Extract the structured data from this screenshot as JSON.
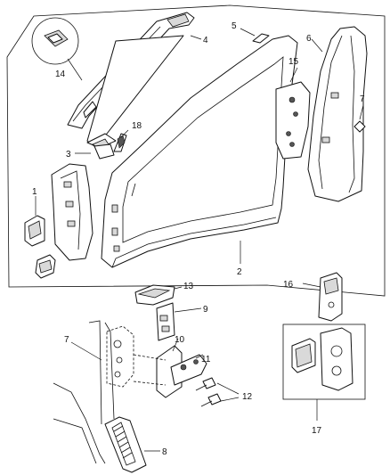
{
  "callouts": {
    "c1": "1",
    "c2": "2",
    "c3": "3",
    "c4": "4",
    "c5": "5",
    "c6": "6",
    "c7a": "7",
    "c7b": "7",
    "c8": "8",
    "c9": "9",
    "c10": "10",
    "c11": "11",
    "c12": "12",
    "c13": "13",
    "c14": "14",
    "c15": "15",
    "c16": "16",
    "c17": "17",
    "c18": "18"
  },
  "colors": {
    "line": "#111111",
    "background": "#ffffff",
    "shade": "#d9d9d9"
  }
}
